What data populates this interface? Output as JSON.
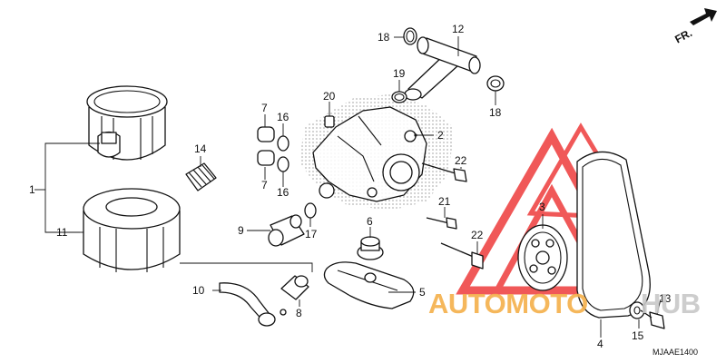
{
  "direction_label": "FR.",
  "diagram_code": "MJAAE1400",
  "watermark": {
    "part1": "AUTOMOTO",
    "part2": "HUB",
    "color_primary": "#f5b04a",
    "color_secondary": "#d0d0d0",
    "logo_color": "#ee3c3c"
  },
  "callouts": [
    {
      "id": "c1",
      "label": "1"
    },
    {
      "id": "c2",
      "label": "2"
    },
    {
      "id": "c3",
      "label": "3"
    },
    {
      "id": "c4",
      "label": "4"
    },
    {
      "id": "c5",
      "label": "5"
    },
    {
      "id": "c6",
      "label": "6"
    },
    {
      "id": "c7a",
      "label": "7"
    },
    {
      "id": "c7b",
      "label": "7"
    },
    {
      "id": "c8",
      "label": "8"
    },
    {
      "id": "c9",
      "label": "9"
    },
    {
      "id": "c10",
      "label": "10"
    },
    {
      "id": "c11",
      "label": "11"
    },
    {
      "id": "c12",
      "label": "12"
    },
    {
      "id": "c13",
      "label": "13"
    },
    {
      "id": "c14",
      "label": "14"
    },
    {
      "id": "c15",
      "label": "15"
    },
    {
      "id": "c16a",
      "label": "16"
    },
    {
      "id": "c16b",
      "label": "16"
    },
    {
      "id": "c17",
      "label": "17"
    },
    {
      "id": "c18a",
      "label": "18"
    },
    {
      "id": "c18b",
      "label": "18"
    },
    {
      "id": "c19",
      "label": "19"
    },
    {
      "id": "c20",
      "label": "20"
    },
    {
      "id": "c21",
      "label": "21"
    },
    {
      "id": "c22a",
      "label": "22"
    },
    {
      "id": "c22b",
      "label": "22"
    }
  ]
}
